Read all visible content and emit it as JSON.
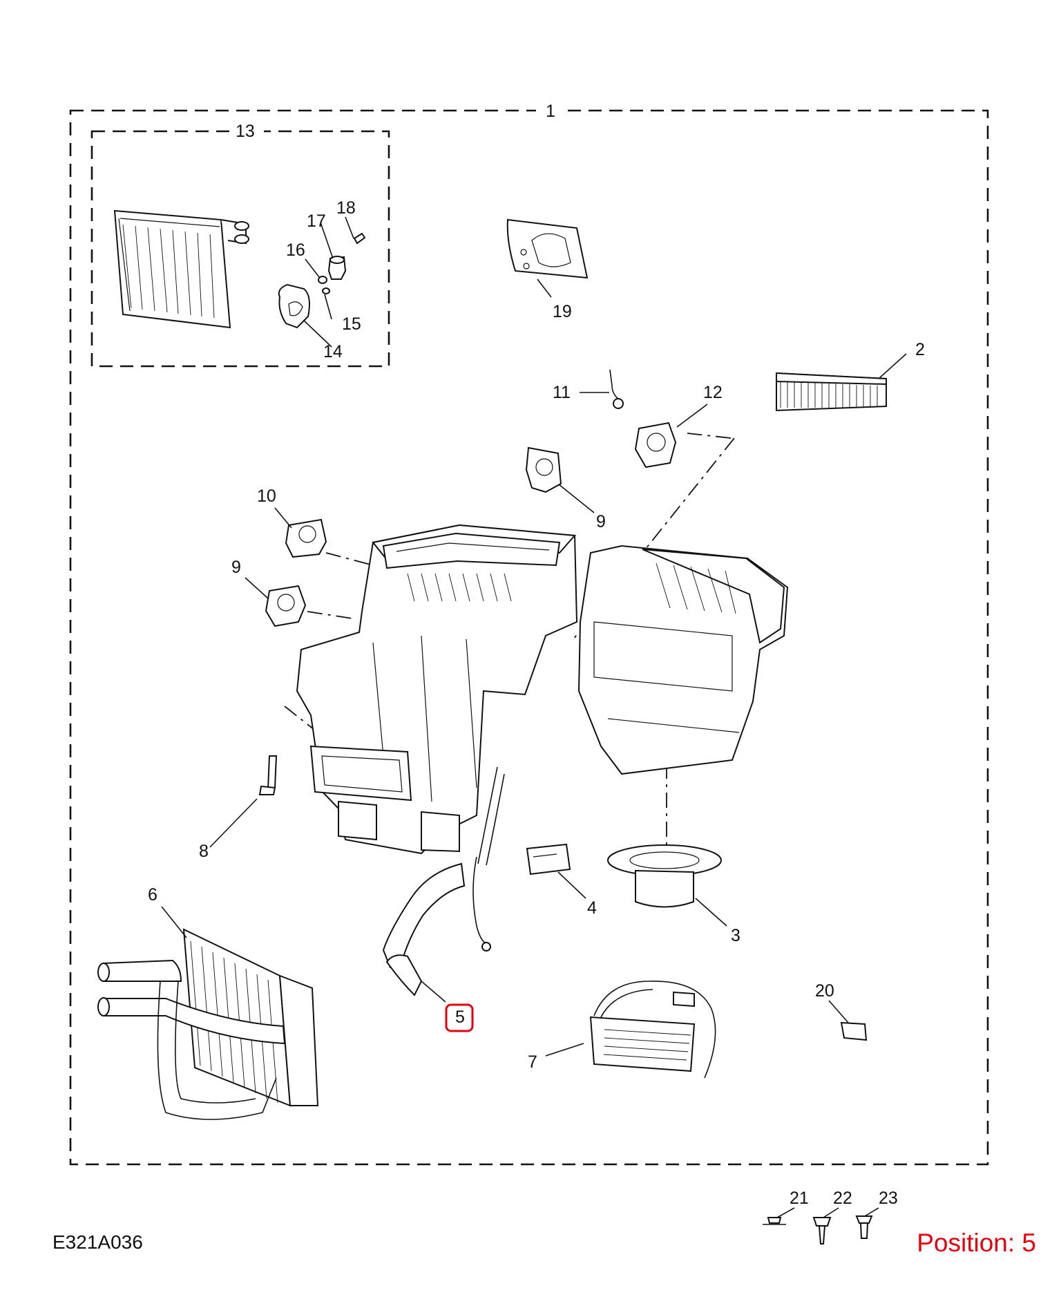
{
  "diagram_code": "E321A036",
  "position_label": "Position: 5",
  "highlight_color": "#e3000f",
  "callouts": [
    "1",
    "2",
    "3",
    "4",
    "5",
    "6",
    "7",
    "8",
    "9",
    "9",
    "10",
    "11",
    "12",
    "13",
    "14",
    "15",
    "16",
    "17",
    "18",
    "19",
    "20",
    "21",
    "22",
    "23"
  ],
  "highlighted_callout": "5"
}
